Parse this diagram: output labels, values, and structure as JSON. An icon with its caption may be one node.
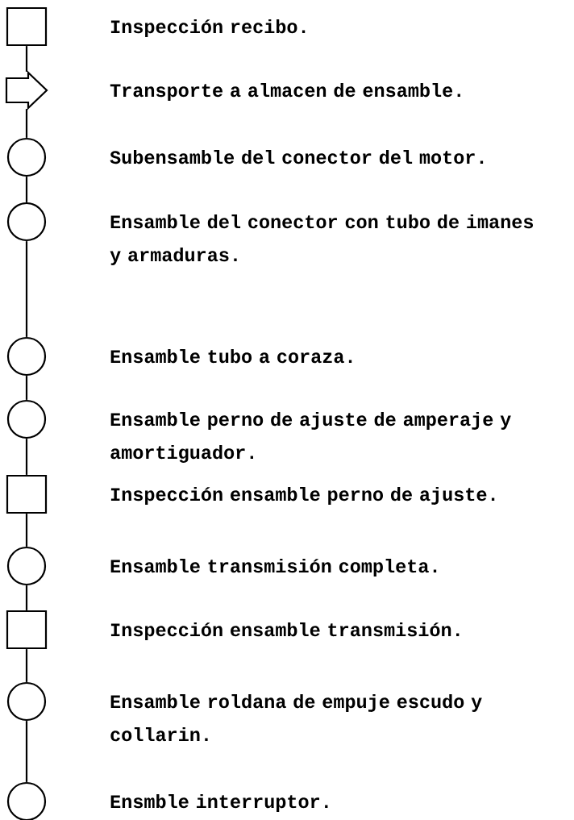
{
  "diagram": {
    "nodes": [
      {
        "text": [],
        "shape": "box",
        "beside": [
          "Inspección recibo."
        ]
      },
      {
        "text": [],
        "shape": "arrow",
        "beside": [
          "Transporte a almacen de ensamble."
        ]
      },
      {
        "text": [],
        "shape": "circle",
        "beside": [
          "Subensamble del conector del motor."
        ]
      },
      {
        "text": [],
        "shape": "circle",
        "beside": [
          "Ensamble del conector con tubo de imanes y armaduras."
        ]
      },
      {
        "text": [],
        "shape": "circle",
        "beside": [
          "Ensamble tubo a coraza."
        ]
      },
      {
        "text": [],
        "shape": "circle",
        "beside": [
          "Ensamble perno de ajuste de amperaje y amortiguador."
        ]
      },
      {
        "text": [],
        "shape": "box",
        "beside": [
          "Inspección ensamble perno de ajuste."
        ]
      },
      {
        "text": [],
        "shape": "circle",
        "beside": [
          "Ensamble transmisión completa."
        ]
      },
      {
        "text": [],
        "shape": "box",
        "beside": [
          "Inspección ensamble transmisión."
        ]
      },
      {
        "text": [],
        "shape": "circle",
        "beside": [
          "Ensamble roldana de empuje escudo y collarin."
        ]
      },
      {
        "text": [],
        "shape": "circle",
        "beside": [
          "Ensmble interruptor."
        ]
      }
    ],
    "edges": [
      {
        "from": 0,
        "to": 1,
        "arrow": "none"
      },
      {
        "from": 1,
        "to": 2,
        "arrow": "none"
      },
      {
        "from": 2,
        "to": 3,
        "arrow": "none"
      },
      {
        "from": 3,
        "to": 4,
        "arrow": "none"
      },
      {
        "from": 4,
        "to": 5,
        "arrow": "none"
      },
      {
        "from": 5,
        "to": 6,
        "arrow": "none"
      },
      {
        "from": 6,
        "to": 7,
        "arrow": "none"
      },
      {
        "from": 7,
        "to": 8,
        "arrow": "none"
      },
      {
        "from": 8,
        "to": 9,
        "arrow": "none"
      },
      {
        "from": 9,
        "to": 10,
        "arrow": "none"
      }
    ]
  }
}
